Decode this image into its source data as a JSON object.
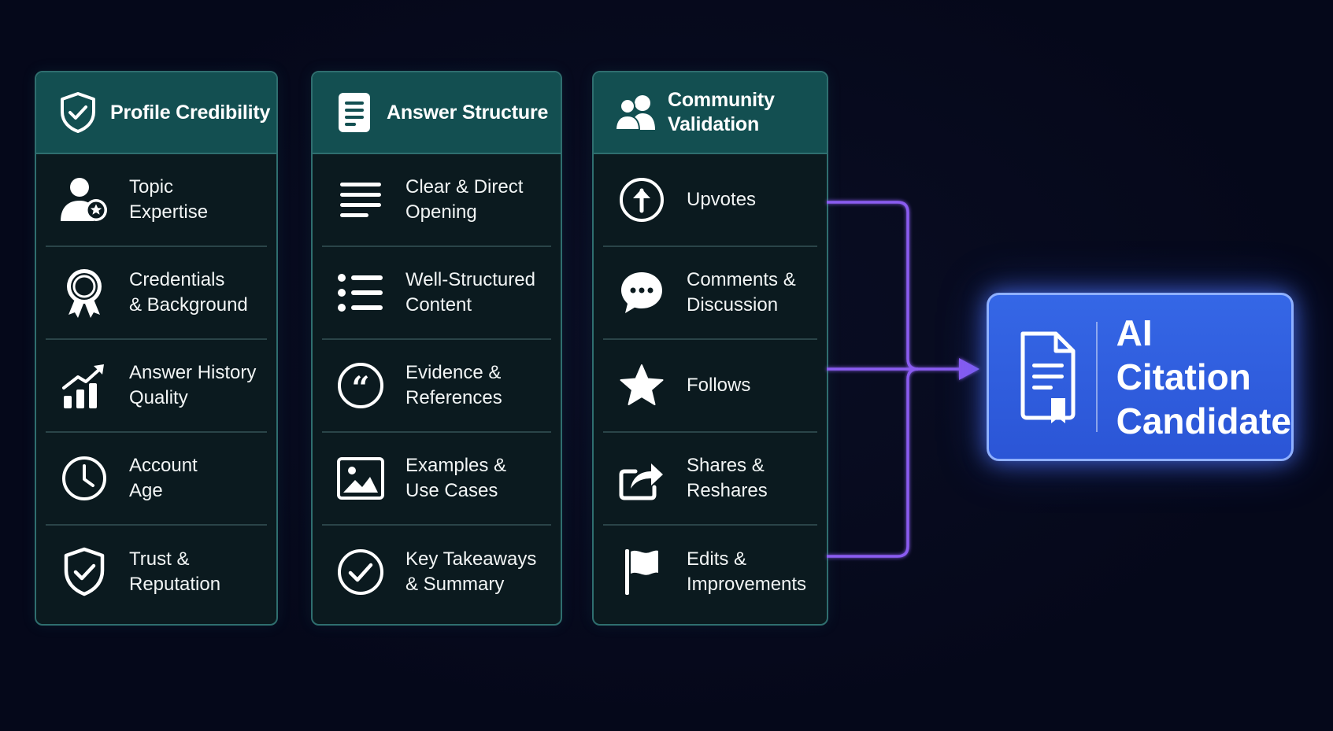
{
  "columns": [
    {
      "title": "Profile Credibility",
      "icon": "shield-check-icon",
      "items": [
        {
          "label": "Topic\nExpertise",
          "icon": "user-star-icon"
        },
        {
          "label": "Credentials\n& Background",
          "icon": "award-ribbon-icon"
        },
        {
          "label": "Answer History\nQuality",
          "icon": "bar-chart-trend-icon"
        },
        {
          "label": "Account\nAge",
          "icon": "clock-icon"
        },
        {
          "label": "Trust &\nReputation",
          "icon": "shield-check-icon"
        }
      ]
    },
    {
      "title": "Answer Structure",
      "icon": "document-icon",
      "items": [
        {
          "label": "Clear & Direct\nOpening",
          "icon": "text-lines-icon"
        },
        {
          "label": "Well-Structured\nContent",
          "icon": "bullet-list-icon"
        },
        {
          "label": "Evidence &\nReferences",
          "icon": "quote-icon"
        },
        {
          "label": "Examples &\nUse Cases",
          "icon": "image-icon"
        },
        {
          "label": "Key Takeaways\n& Summary",
          "icon": "check-circle-icon"
        }
      ]
    },
    {
      "title": "Community\nValidation",
      "icon": "users-icon",
      "items": [
        {
          "label": "Upvotes",
          "icon": "arrow-up-circle-icon"
        },
        {
          "label": "Comments &\nDiscussion",
          "icon": "chat-bubble-icon"
        },
        {
          "label": "Follows",
          "icon": "star-icon"
        },
        {
          "label": "Shares &\nReshares",
          "icon": "share-icon"
        },
        {
          "label": "Edits &\nImprovements",
          "icon": "flag-icon"
        }
      ]
    }
  ],
  "target": {
    "label": "AI Citation\nCandidate",
    "icon": "certificate-document-icon"
  },
  "colors": {
    "background": "#05081a",
    "panel": "#0b1a1f",
    "panel_header": "#134f51",
    "panel_border": "#2f6e6f",
    "connector": "#8a5cf0",
    "target": "#3567e6"
  }
}
